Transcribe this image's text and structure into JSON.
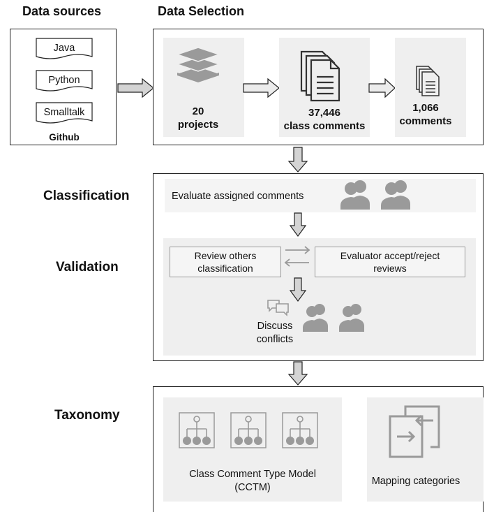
{
  "headings": {
    "data_sources": "Data sources",
    "data_selection": "Data Selection"
  },
  "data_sources": {
    "languages": [
      "Java",
      "Python",
      "Smalltalk"
    ],
    "platform": "Github"
  },
  "data_selection": {
    "projects": {
      "count": "20",
      "label": "projects"
    },
    "class_comments": {
      "count": "37,446",
      "label": "class comments"
    },
    "comments": {
      "count": "1,066",
      "label": "comments"
    }
  },
  "sections": {
    "classification": "Classification",
    "validation": "Validation",
    "taxonomy": "Taxonomy"
  },
  "classification": {
    "evaluate": "Evaluate assigned comments"
  },
  "validation": {
    "review_line1": "Review others",
    "review_line2": "classification",
    "evaluator_line1": "Evaluator accept/reject",
    "evaluator_line2": "reviews",
    "discuss_line1": "Discuss",
    "discuss_line2": "conflicts"
  },
  "taxonomy": {
    "cctm_line1": "Class Comment Type Model",
    "cctm_line2": "(CCTM)",
    "mapping": "Mapping categories"
  },
  "colors": {
    "icon_gray": "#9a9a9a",
    "icon_dark": "#555555",
    "arrow_fill": "#d4d4d4",
    "panel": "#efefef"
  }
}
